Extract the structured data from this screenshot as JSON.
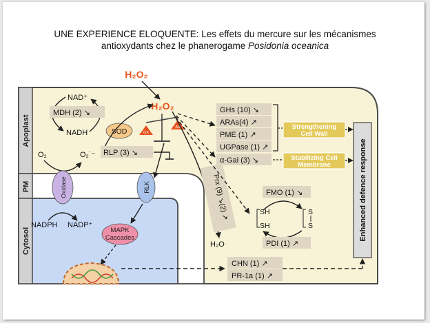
{
  "title": {
    "line1": "UNE EXPERIENCE ELOQUENTE: Les effets du mercure sur les mécanismes",
    "line2_prefix": "antioxydants chez le phanerogame ",
    "line2_species": "Posidonia oceanica"
  },
  "compartments": {
    "apoplast": "Apoplast",
    "pm": "PM",
    "cytosol": "Cytosol"
  },
  "molecules": {
    "h2o2_top": "H₂O₂",
    "h2o2_main": "H₂O₂",
    "nad_plus": "NAD⁺",
    "nadh": "NADH",
    "mdh": "MDH (2) ↘",
    "sod": "SOD",
    "o2": "O₂",
    "o2_radical": "O₂˙⁻",
    "rlp": "RLP (3) ↘",
    "oxidase": "Oxidase",
    "rlk": "RLK",
    "nadph": "NADPH",
    "nadp_plus": "NADP⁺",
    "mapk": "MAPK Cascades",
    "prx": "Prx (9) ↘(2) ↗",
    "h2o": "H₂O",
    "balance_left": "OX",
    "balance_right": "AS"
  },
  "gene_boxes": [
    "GHs (10) ↘",
    "ARAs(4) ↗",
    "PME (1) ↗",
    "UGPase (1) ↗",
    "α-Gal (3) ↘",
    "FMO (1) ↘",
    "PDI (1) ↗",
    "CHN (1) ↗",
    "PR-1a (1) ↗"
  ],
  "thiols": {
    "sh_top": "SH",
    "sh_bottom": "SH",
    "s_top": "S",
    "s_bottom": "S"
  },
  "outcomes": {
    "strengthening": "Strengthening Cell Wall",
    "stabilizing": "Stabilizing Cell Membrane",
    "enhanced": "Enhanced defence response"
  },
  "colors": {
    "apoplast_fill": "#f8f2d6",
    "cytosol_fill": "#c8d9f6",
    "pm_fill": "#ffffff",
    "border": "#4a4a4a",
    "compartment_label_bg": "#d2d2d2",
    "h2o2": "#e8531d",
    "gene_box": "#ded6c2",
    "outcome_box": "#e3c95a",
    "sod": "#f5c98a",
    "oxidase": "#c8b3e4",
    "rlk": "#a9c3ea",
    "mapk": "#f08fa8",
    "enhanced_box": "#dcdcdc"
  }
}
